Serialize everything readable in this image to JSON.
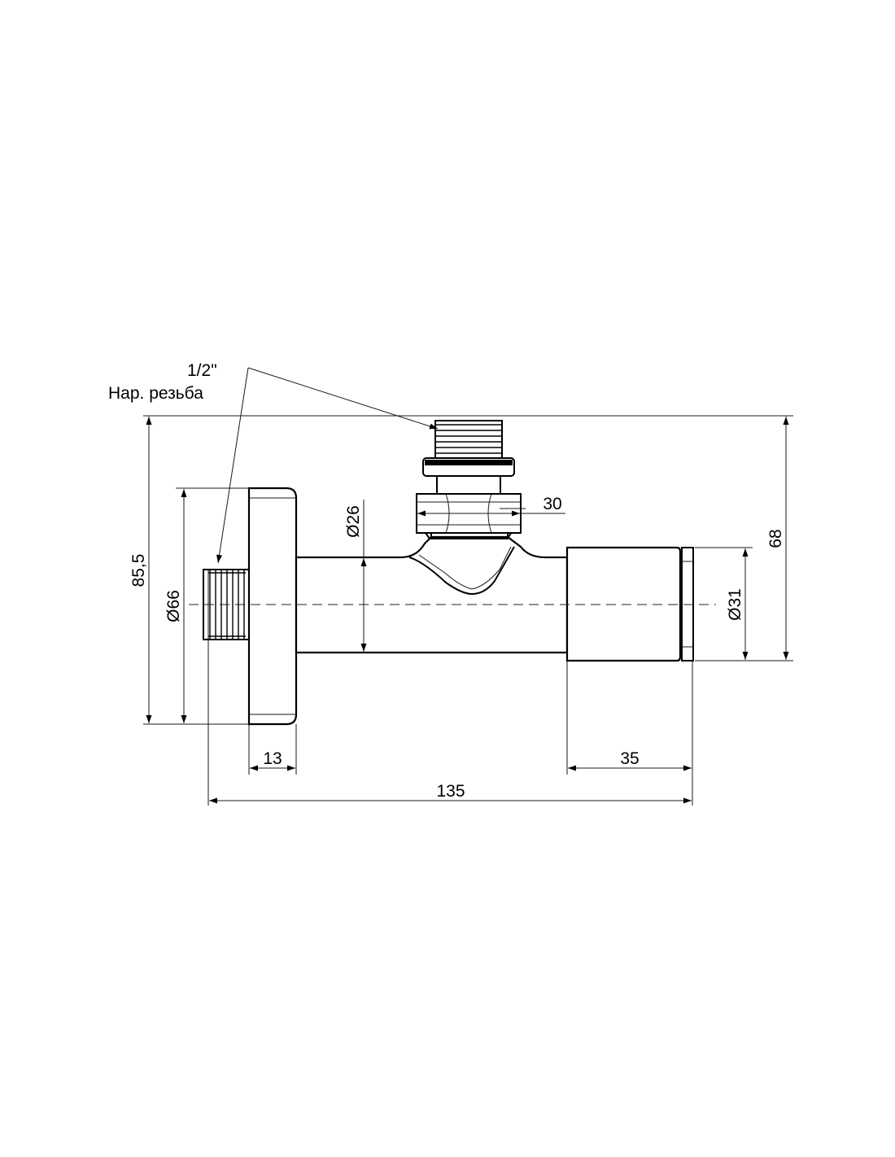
{
  "callout": {
    "thread_size": "1/2\"",
    "thread_type": "Нар. резьба"
  },
  "dimensions": {
    "overall_height_left": "85,5",
    "flange_diameter": "Ø66",
    "pipe_diameter": "Ø26",
    "nut_width": "30",
    "overall_height_right": "68",
    "handle_diameter": "Ø31",
    "flange_thickness": "13",
    "handle_length": "35",
    "overall_length": "135"
  },
  "colors": {
    "line": "#000000",
    "background": "#ffffff"
  }
}
